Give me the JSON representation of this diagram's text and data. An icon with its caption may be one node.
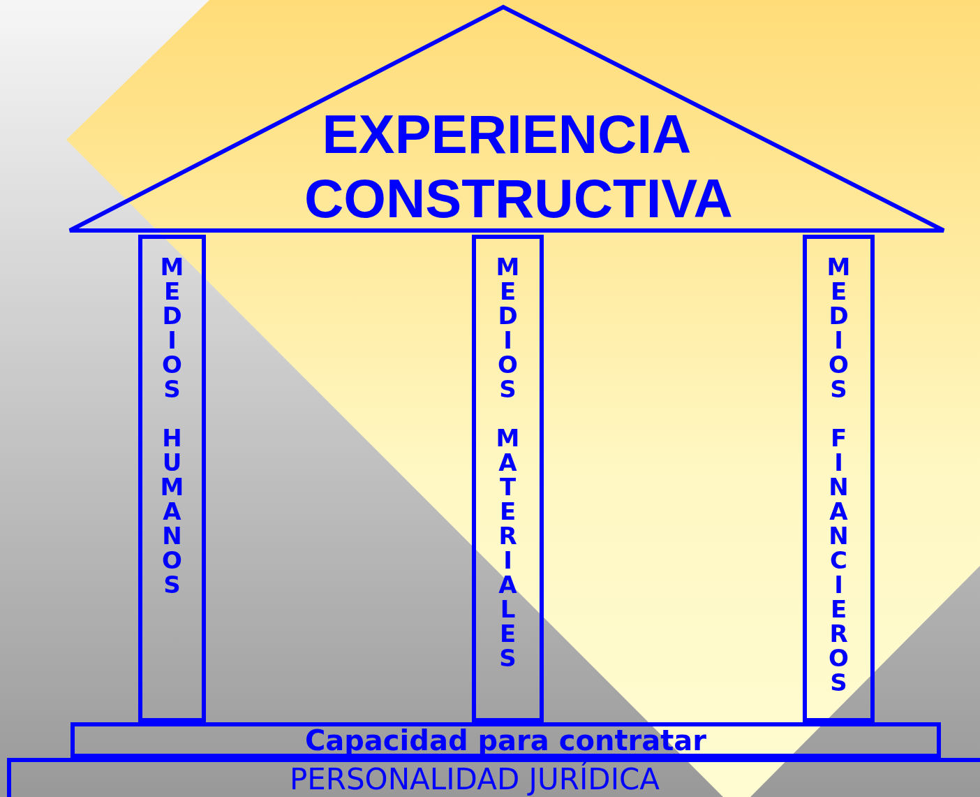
{
  "diagram": {
    "nodes": [
      {
        "text": [
          "EXPERIENCIA CONSTRUCTIVA"
        ]
      },
      {
        "text": [
          "MEDIOS HUMANOS"
        ]
      },
      {
        "text": [
          "MEDIOS MATERIALES"
        ]
      },
      {
        "text": [
          "MEDIOS FINANCIEROS"
        ]
      },
      {
        "text": [
          "Capacidad para contratar"
        ]
      },
      {
        "text": [
          "PERSONALIDAD JURÍDICA"
        ]
      }
    ]
  }
}
